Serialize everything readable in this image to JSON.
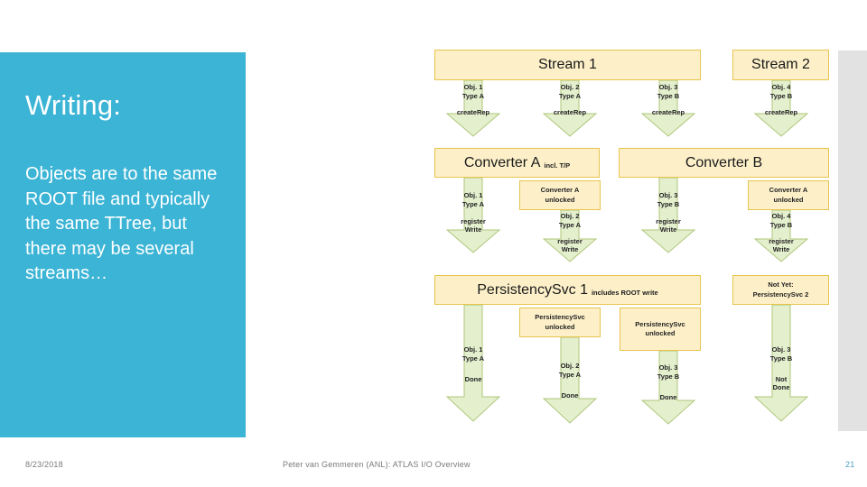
{
  "slide": {
    "title": "Writing:",
    "body": "Objects are to the same  ROOT file and typically the same TTree, but there may be several streams…",
    "accent_color": "#3BB4D5",
    "band_color": "#E2E2E2"
  },
  "footer": {
    "date": "8/23/2018",
    "center": "Peter van Gemmeren (ANL): ATLAS I/O Overview",
    "page": "21",
    "page_color": "#4E9FBF"
  },
  "diagram": {
    "box_fill": "#FDF0C9",
    "box_stroke": "#E8C44D",
    "arrow_fill": "#E4EFCE",
    "arrow_stroke": "#AFC77A",
    "headers": {
      "stream1": "Stream 1",
      "stream2": "Stream 2",
      "converter_a": "Converter A",
      "converter_a_sub": "incl. T/P",
      "converter_b": "Converter B",
      "persistency1": "PersistencySvc 1",
      "persistency1_sub": "includes ROOT write",
      "not_yet": "Not Yet:",
      "not_yet_2": "PersistencySvc 2"
    },
    "unlock_notes": {
      "converter_a_unlocked_l1": "Converter A",
      "converter_a_unlocked_l2": "unlocked",
      "persistency_unlocked_l1": "PersistencySvc",
      "persistency_unlocked_l2": "unlocked"
    },
    "row1_arrows": [
      {
        "obj": "Obj. 1",
        "type": "Type A",
        "action": "createRep"
      },
      {
        "obj": "Obj. 2",
        "type": "Type A",
        "action": "createRep"
      },
      {
        "obj": "Obj. 3",
        "type": "Type B",
        "action": "createRep"
      },
      {
        "obj": "Obj. 4",
        "type": "Type B",
        "action": "createRep"
      }
    ],
    "row2_arrows": [
      {
        "obj": "Obj. 1",
        "type": "Type A",
        "action_l1": "register",
        "action_l2": "Write"
      },
      {
        "obj": "Obj. 2",
        "type": "Type A",
        "action_l1": "register",
        "action_l2": "Write"
      },
      {
        "obj": "Obj. 3",
        "type": "Type B",
        "action_l1": "register",
        "action_l2": "Write"
      },
      {
        "obj": "Obj. 4",
        "type": "Type B",
        "action_l1": "register",
        "action_l2": "Write"
      }
    ],
    "row3_arrows": [
      {
        "obj": "Obj. 1",
        "type": "Type A",
        "action_l1": "",
        "action_l2": "Done"
      },
      {
        "obj": "Obj. 2",
        "type": "Type A",
        "action_l1": "",
        "action_l2": "Done"
      },
      {
        "obj": "Obj. 3",
        "type": "Type B",
        "action_l1": "",
        "action_l2": "Done"
      },
      {
        "obj": "Obj. 3",
        "type": "Type B",
        "action_l1": "Not",
        "action_l2": "Done"
      }
    ]
  }
}
